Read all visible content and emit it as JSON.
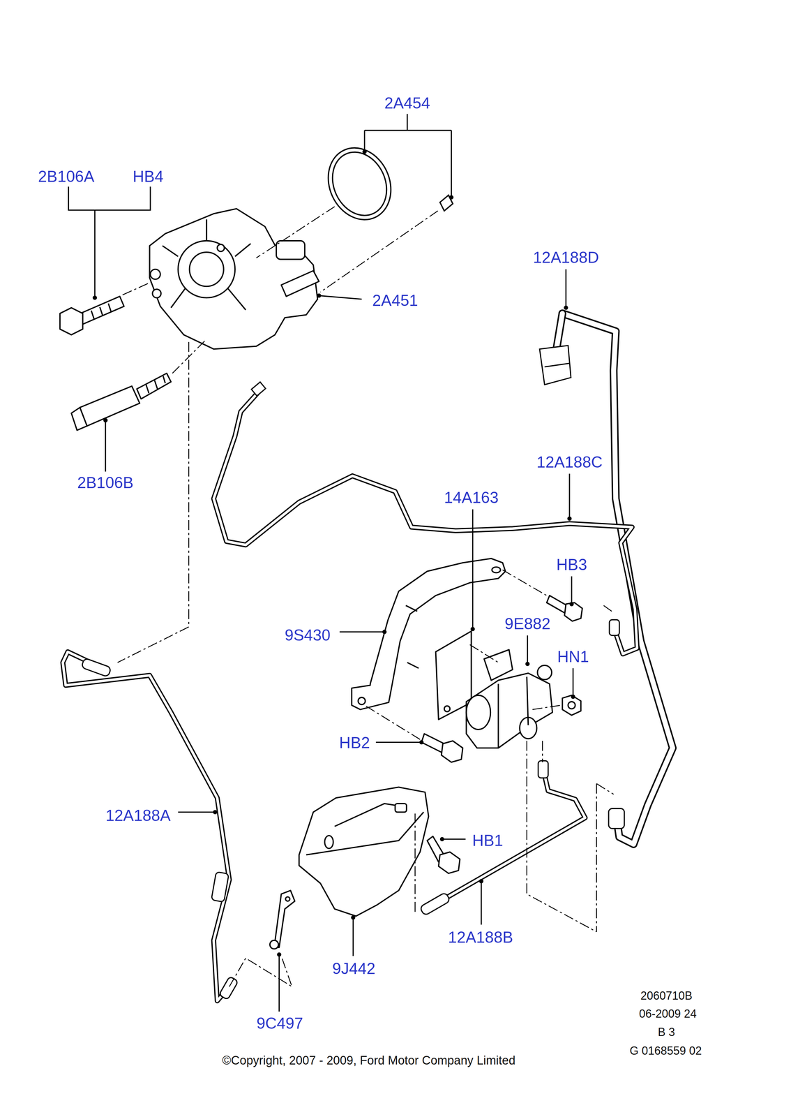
{
  "diagram": {
    "labels": [
      "2A454",
      "2B106A",
      "HB4",
      "12A188D",
      "2A451",
      "2B106B",
      "12A188C",
      "14A163",
      "HB3",
      "9S430",
      "9E882",
      "HN1",
      "HB2",
      "12A188A",
      "HB1",
      "12A188B",
      "9J442",
      "9C497",
      "2060710B",
      "06-2009 24",
      "B 3",
      "G 0168559 02",
      "©Copyright, 2007 - 2009, Ford Motor Company Limited"
    ]
  }
}
